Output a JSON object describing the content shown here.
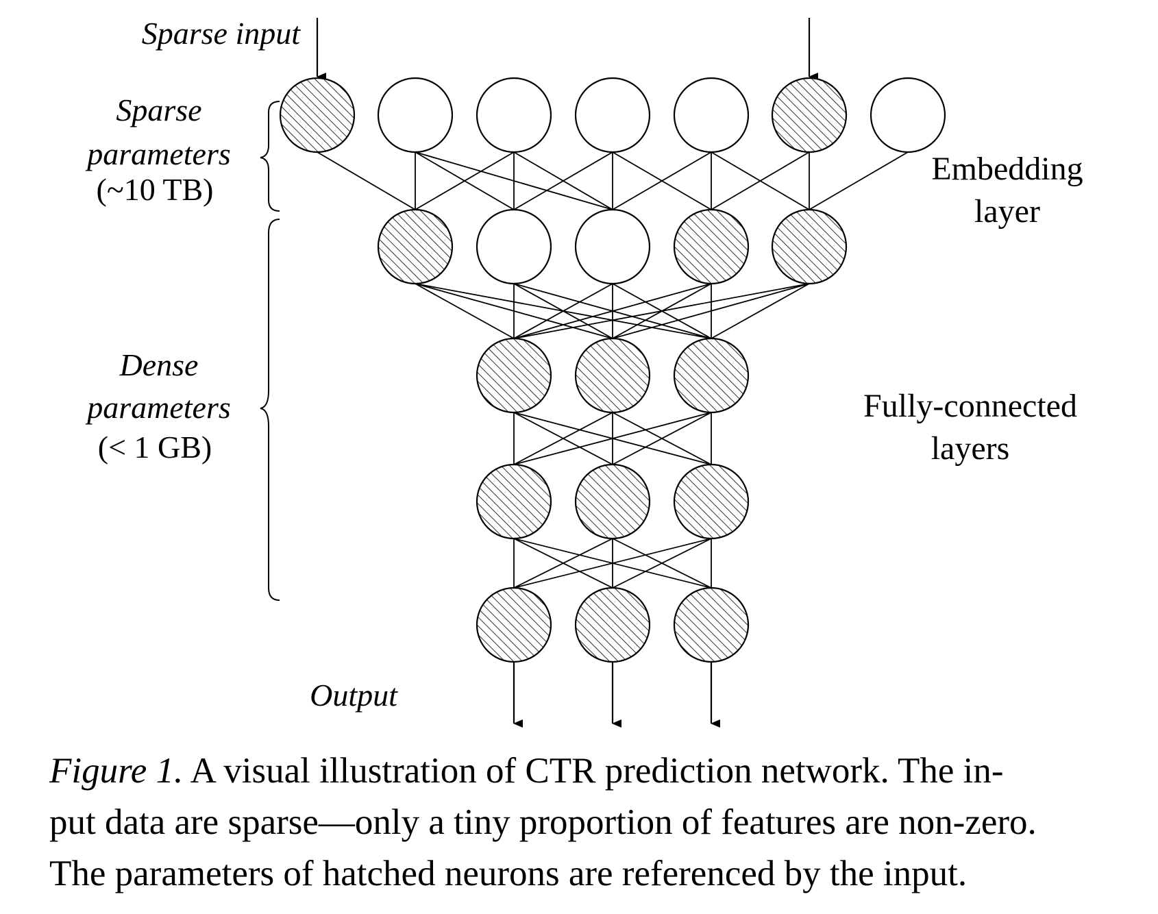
{
  "labels": {
    "sparse_input": "Sparse input",
    "sparse_params": [
      "Sparse",
      "parameters",
      "(~10 TB)"
    ],
    "dense_params": [
      "Dense",
      "parameters",
      "(< 1 GB)"
    ],
    "embedding": [
      "Embedding",
      "layer"
    ],
    "fully_connected": [
      "Fully-connected",
      "layers"
    ],
    "output": "Output"
  },
  "caption": {
    "lead": "Figure 1.",
    "line1": " A visual illustration of CTR prediction network. The in-",
    "line2": "put data are sparse—only a tiny proportion of features are non-zero.",
    "line3": "The parameters of hatched neurons are referenced by the input."
  },
  "network": {
    "layers": [
      {
        "name": "sparse",
        "hatched": [
          true,
          false,
          false,
          false,
          false,
          true,
          false
        ]
      },
      {
        "name": "embedding",
        "hatched": [
          true,
          false,
          false,
          true,
          true
        ]
      },
      {
        "name": "fc1",
        "hatched": [
          true,
          true,
          true
        ]
      },
      {
        "name": "fc2",
        "hatched": [
          true,
          true,
          true
        ]
      },
      {
        "name": "output",
        "hatched": [
          true,
          true,
          true
        ]
      }
    ],
    "input_arrows_at": [
      0,
      5
    ],
    "sparse_to_embedding": [
      [
        0,
        0
      ],
      [
        1,
        0
      ],
      [
        1,
        1
      ],
      [
        2,
        1
      ],
      [
        2,
        2
      ],
      [
        3,
        2
      ],
      [
        3,
        3
      ],
      [
        4,
        3
      ],
      [
        4,
        4
      ],
      [
        5,
        4
      ],
      [
        6,
        4
      ],
      [
        1,
        2
      ],
      [
        2,
        0
      ],
      [
        3,
        1
      ],
      [
        4,
        2
      ],
      [
        5,
        3
      ]
    ],
    "colors": {
      "stroke": "#000000",
      "fill": "#ffffff"
    }
  }
}
